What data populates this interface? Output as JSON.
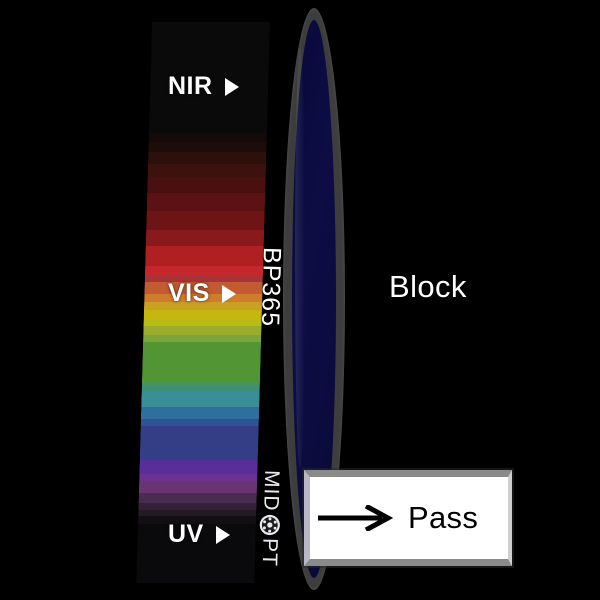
{
  "product": {
    "brand_top": "MID",
    "brand_bottom": "PT",
    "brand_logo_icon": "aperture-icon",
    "filter_code": "BP365"
  },
  "spectrum": {
    "labels": [
      {
        "id": "nir",
        "text": "NIR",
        "marker_icon": "triangle-right-icon"
      },
      {
        "id": "vis",
        "text": "VIS",
        "marker_icon": "triangle-right-icon"
      },
      {
        "id": "uv",
        "text": "UV",
        "marker_icon": "triangle-right-icon"
      }
    ],
    "bands": [
      {
        "color": "#0a0a0a",
        "height": 150
      },
      {
        "color": "#130a09",
        "height": 12
      },
      {
        "color": "#1c0d0a",
        "height": 14
      },
      {
        "color": "#2b100c",
        "height": 16
      },
      {
        "color": "#3b120e",
        "height": 18
      },
      {
        "color": "#4a1010",
        "height": 22
      },
      {
        "color": "#5c1213",
        "height": 24
      },
      {
        "color": "#6e1415",
        "height": 26
      },
      {
        "color": "#8a191b",
        "height": 22
      },
      {
        "color": "#b01f22",
        "height": 26
      },
      {
        "color": "#c4282c",
        "height": 14
      },
      {
        "color": "#a83336",
        "height": 8
      },
      {
        "color": "#c25a32",
        "height": 16
      },
      {
        "color": "#cf7c2c",
        "height": 12
      },
      {
        "color": "#c9a01f",
        "height": 10
      },
      {
        "color": "#c6b610",
        "height": 14
      },
      {
        "color": "#b9bb16",
        "height": 8
      },
      {
        "color": "#9aac2b",
        "height": 12
      },
      {
        "color": "#7ca436",
        "height": 10
      },
      {
        "color": "#519535",
        "height": 52
      },
      {
        "color": "#46935b",
        "height": 8
      },
      {
        "color": "#3d9076",
        "height": 8
      },
      {
        "color": "#3a8e9a",
        "height": 20
      },
      {
        "color": "#2f6fa0",
        "height": 16
      },
      {
        "color": "#2d5296",
        "height": 10
      },
      {
        "color": "#333e87",
        "height": 46
      },
      {
        "color": "#5a2e9a",
        "height": 18
      },
      {
        "color": "#6b3193",
        "height": 10
      },
      {
        "color": "#683570",
        "height": 16
      },
      {
        "color": "#4a2b52",
        "height": 14
      },
      {
        "color": "#332236",
        "height": 10
      },
      {
        "color": "#231a24",
        "height": 8
      },
      {
        "color": "#120e13",
        "height": 10
      },
      {
        "color": "#0a0a0c",
        "height": 80
      }
    ]
  },
  "annotations": {
    "block_label": "Block",
    "pass_label": "Pass",
    "pass_arrow_icon": "arrow-right-icon"
  },
  "colors": {
    "background": "#000000",
    "filter_ring": "#3d3d3d",
    "filter_glass": "#0b0b3e",
    "pass_box_background": "#ffffff",
    "text_light": "#ffffff",
    "text_dark": "#000000"
  }
}
